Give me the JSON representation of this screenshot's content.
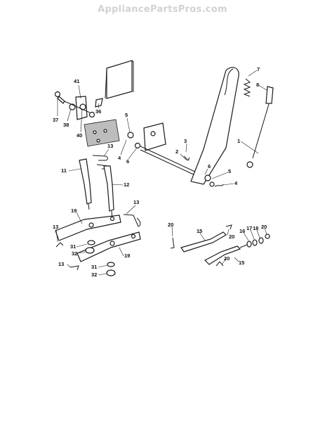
{
  "header": {
    "watermark": "AppliancePartsPros.com"
  },
  "callouts": {
    "c41": "41",
    "c37": "37",
    "c38": "38",
    "c40": "40",
    "c36": "36",
    "c5a": "5",
    "c4a": "4",
    "c6a": "6",
    "c3": "3",
    "c2": "2",
    "c7": "7",
    "c8": "8",
    "c1": "1",
    "c6b": "6",
    "c5b": "5",
    "c4b": "4",
    "c13a": "13",
    "c11": "11",
    "c12": "12",
    "c13b": "13",
    "c19a": "19",
    "c13c": "13",
    "c31a": "31",
    "c32a": "32",
    "c19b": "19",
    "c13d": "13",
    "c31b": "31",
    "c32b": "32",
    "c20a": "20",
    "c15a": "15",
    "c20b": "20",
    "c16": "16",
    "c17": "17",
    "c18": "18",
    "c20c": "20",
    "c20d": "20",
    "c15b": "15"
  }
}
